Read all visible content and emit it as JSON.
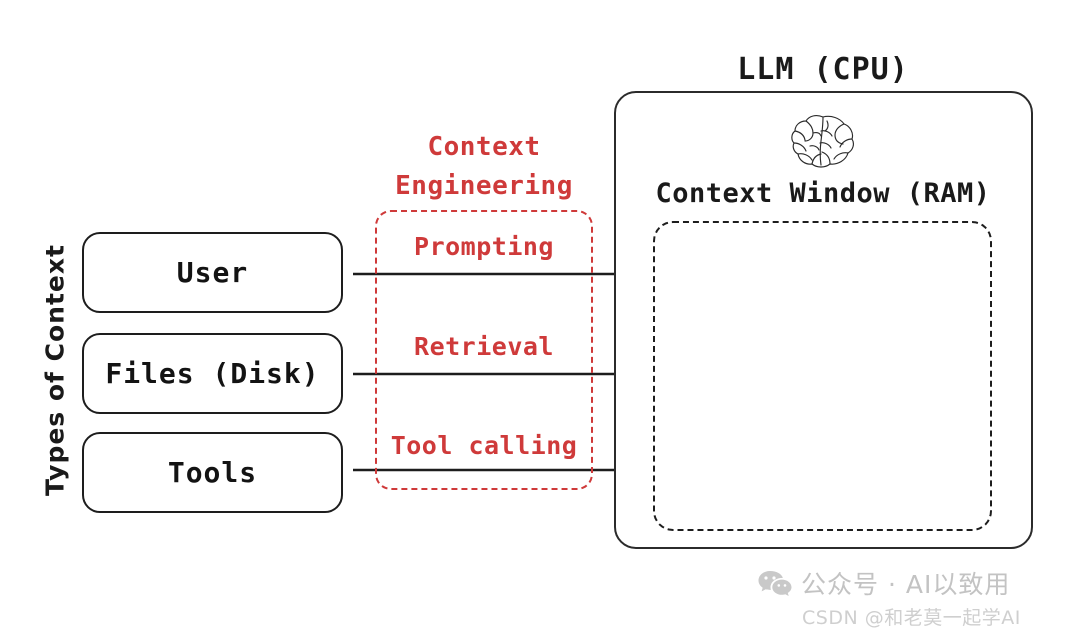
{
  "diagram": {
    "axis_label": "Types of Context",
    "context_sources": [
      {
        "label": "User"
      },
      {
        "label": "Files (Disk)"
      },
      {
        "label": "Tools"
      }
    ],
    "context_engineering": {
      "title_line1": "Context",
      "title_line2": "Engineering",
      "color": "#cf3a3a",
      "methods": [
        {
          "label": "Prompting"
        },
        {
          "label": "Retrieval"
        },
        {
          "label": "Tool calling"
        }
      ]
    },
    "llm": {
      "title": "LLM (CPU)",
      "icon": "brain-icon",
      "context_window_title": "Context Window (RAM)"
    },
    "arrows": [
      {
        "from": "User",
        "via": "Prompting",
        "to": "Context Window (RAM)"
      },
      {
        "from": "Files (Disk)",
        "via": "Retrieval",
        "to": "Context Window (RAM)"
      },
      {
        "from": "Tools",
        "via": "Tool calling",
        "to": "Context Window (RAM)"
      }
    ]
  },
  "watermark": {
    "icon": "wechat-icon",
    "main": "公众号 · AI以致用",
    "sub": "CSDN @和老莫一起学AI"
  }
}
